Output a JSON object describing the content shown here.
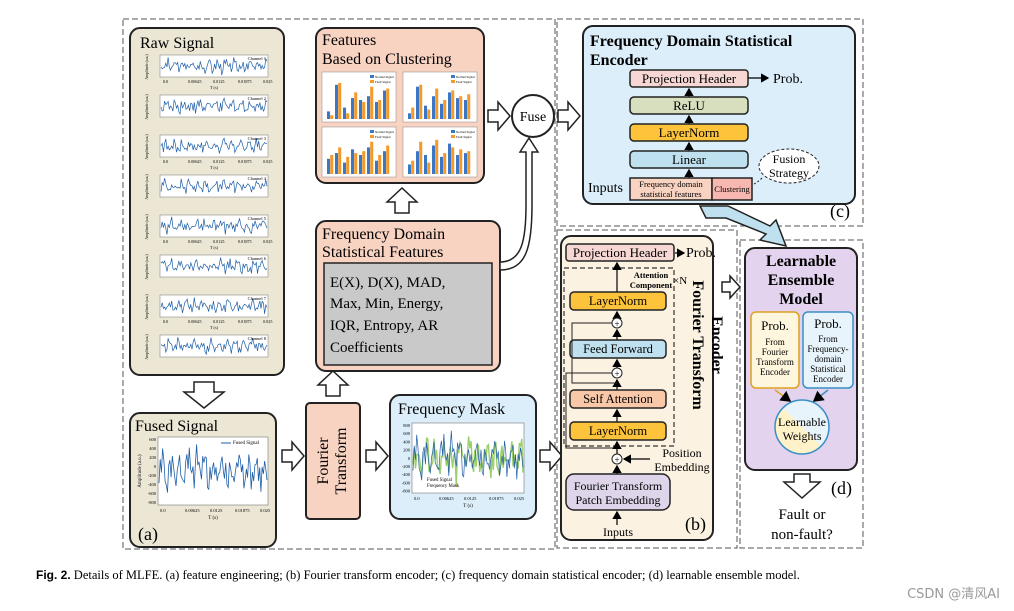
{
  "panel_a": {
    "raw_signal_title": "Raw Signal",
    "channels": [
      "Channel 1",
      "Channel 2",
      "Channel 3",
      "Channel 4",
      "Channel 5",
      "Channel 6",
      "Channel 7",
      "Channel 8"
    ],
    "mini_y_label": "Amplitude (a.u.)",
    "mini_x_ticks": [
      "0.0",
      "0.00625",
      "0.0125",
      "0.01875",
      "0.025"
    ],
    "mini_x_label": "T (s)",
    "fused_signal_title": "Fused Signal",
    "fused_legend": "Fused Signal",
    "fused_y_label": "Amplitude (a.u.)",
    "fused_y_ticks": [
      "600",
      "400",
      "200",
      "0",
      "-200",
      "-400",
      "-600",
      "-800"
    ],
    "fused_x_ticks": [
      "0.0",
      "0.00625",
      "0.0125",
      "0.01875",
      "0.025"
    ],
    "fused_x_label": "T (s)",
    "fourier_line1": "Fourier",
    "fourier_line2": "Transform",
    "freq_mask_title": "Frequency Mask",
    "freq_mask_legend1": "Fused Signal",
    "freq_mask_legend2": "Frequency Mask",
    "freq_mask_y_ticks": [
      "800",
      "600",
      "400",
      "200",
      "0",
      "-200",
      "-400",
      "-600",
      "-800"
    ],
    "freq_mask_x_ticks": [
      "0.0",
      "0.00625",
      "0.0125",
      "0.01875",
      "0.025"
    ],
    "freq_mask_x_label": "T (s)",
    "fds_title_line1": "Frequency Domain",
    "fds_title_line2": "Statistical Features",
    "fds_lines": [
      "E(X),  D(X),  MAD,",
      "Max,  Min,  Energy,",
      "IQR,  Entropy,  AR",
      "Coefficients"
    ],
    "features_line1": "Features",
    "features_line2": "Based on Clustering",
    "cluster_legend1": "Normal Signal",
    "cluster_legend2": "Fault Signal",
    "cluster_charts": [
      {
        "a": [
          0.2,
          0.9,
          0.3,
          0.55,
          0.5,
          0.6,
          0.45,
          0.75
        ],
        "b": [
          0.1,
          0.95,
          0.15,
          0.7,
          0.45,
          0.85,
          0.5,
          0.8
        ]
      },
      {
        "a": [
          0.15,
          0.85,
          0.35,
          0.6,
          0.4,
          0.7,
          0.55,
          0.5
        ],
        "b": [
          0.3,
          0.9,
          0.25,
          0.8,
          0.5,
          0.75,
          0.6,
          0.65
        ]
      },
      {
        "a": [
          0.4,
          0.55,
          0.3,
          0.65,
          0.5,
          0.7,
          0.35,
          0.6
        ],
        "b": [
          0.5,
          0.7,
          0.45,
          0.55,
          0.6,
          0.85,
          0.5,
          0.75
        ]
      },
      {
        "a": [
          0.25,
          0.6,
          0.5,
          0.75,
          0.45,
          0.8,
          0.5,
          0.55
        ],
        "b": [
          0.35,
          0.85,
          0.3,
          0.9,
          0.55,
          0.7,
          0.65,
          0.6
        ]
      }
    ],
    "fuse_label": "Fuse",
    "panel_letter": "(a)"
  },
  "panel_b": {
    "inputs_label": "Inputs",
    "patch_embed_line1": "Fourier Transform",
    "patch_embed_line2": "Patch Embedding",
    "pos_embed_line1": "Position",
    "pos_embed_line2": "Embedding",
    "layernorm1": "LayerNorm",
    "self_attention": "Self Attention",
    "feed_forward": "Feed Forward",
    "layernorm2": "LayerNorm",
    "attention_line1": "Attention",
    "attention_line2": "Component",
    "repeat": "×N",
    "projection_header": "Projection Header",
    "prob": "Prob.",
    "encoder_title_line1": "Fourier Transform",
    "encoder_title_line2": "Encoder",
    "panel_letter": "(b)"
  },
  "panel_c": {
    "title_line1": "Frequency Domain Statistical",
    "title_line2": "Encoder",
    "projection_header": "Projection Header",
    "prob": "Prob.",
    "relu": "ReLU",
    "layernorm": "LayerNorm",
    "linear": "Linear",
    "inputs_label": "Inputs",
    "fd_features_line1": "Frequency domain",
    "fd_features_line2": "statistical features",
    "clustering": "Clustering",
    "fusion_line1": "Fusion",
    "fusion_line2": "Strategy",
    "panel_letter": "(c)"
  },
  "panel_d": {
    "title_line1": "Learnable",
    "title_line2": "Ensemble",
    "title_line3": "Model",
    "prob_left": "Prob.",
    "left_lines": [
      "From",
      "Fourier",
      "Transform",
      "Encoder"
    ],
    "prob_right": "Prob.",
    "right_lines": [
      "From",
      "Frequency-",
      "domain",
      "Statistical",
      "Encoder"
    ],
    "weights_line1": "Learnable",
    "weights_line2": "Weights",
    "output_line1": "Fault or",
    "output_line2": "non-fault?",
    "panel_letter": "(d)"
  },
  "caption": {
    "label": "Fig. 2.",
    "text": "Details of MLFE. (a) feature engineering; (b) Fourier transform encoder; (c) frequency domain statistical encoder; (d) learnable ensemble model."
  },
  "watermark": "CSDN @清风AI",
  "colors": {
    "beige": "#ece6d4",
    "salmon": "#f8d3c2",
    "blue_panel": "#dbeefa",
    "lavender": "#e3d3ef",
    "pink_box": "#f6d7d3",
    "gold": "#fdc33a",
    "sage": "#d7dfbf",
    "light_blue_box": "#bfe0ee",
    "grey": "#c9c9c9",
    "signal_blue": "#1f5fa8",
    "bar_blue": "#3b77c4",
    "bar_orange": "#f39a2b",
    "mask_green": "#9bcf6a"
  }
}
